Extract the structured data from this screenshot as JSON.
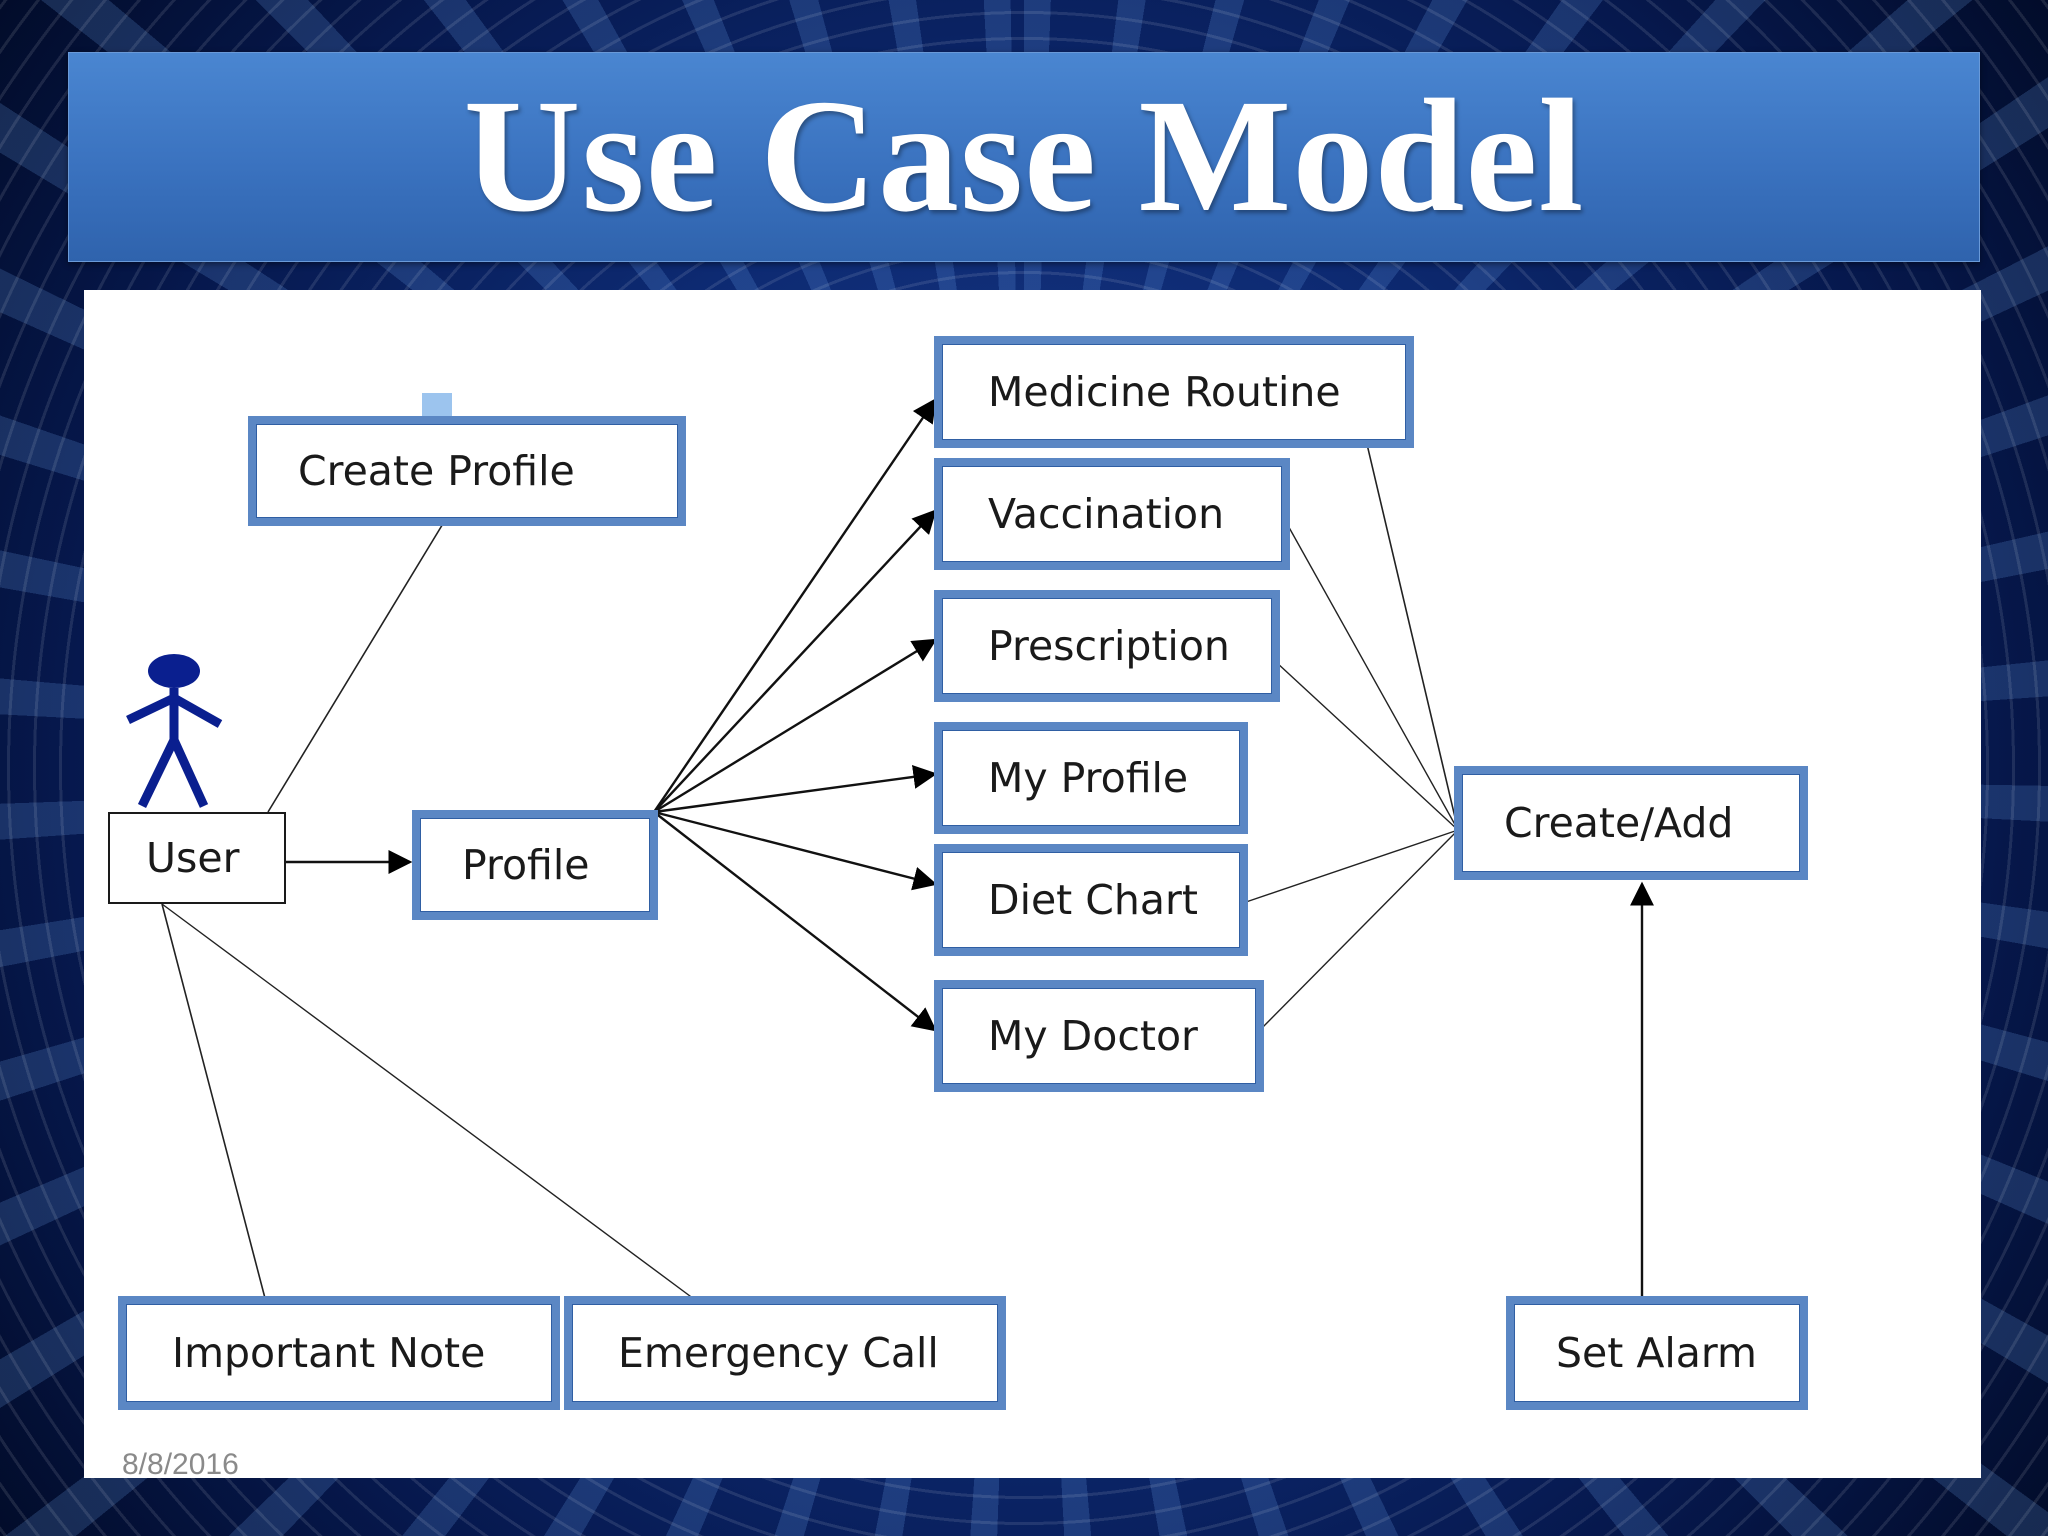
{
  "slide": {
    "title": "Use Case Model",
    "date": "8/8/2016"
  },
  "actor": {
    "icon": "stick-figure-icon",
    "color": "#0a1f8f",
    "label": "User"
  },
  "nodes": {
    "create_profile": "Create Profile",
    "profile": "Profile",
    "medicine_routine": "Medicine Routine",
    "vaccination": "Vaccination",
    "prescription": "Prescription",
    "my_profile": "My Profile",
    "diet_chart": "Diet Chart",
    "my_doctor": "My Doctor",
    "create_add": "Create/Add",
    "important_note": "Important Note",
    "emergency_call": "Emergency Call",
    "set_alarm": "Set Alarm"
  },
  "colors": {
    "title_bar": "#3a72bf",
    "box_border": "#5b87c4",
    "canvas": "#ffffff"
  }
}
